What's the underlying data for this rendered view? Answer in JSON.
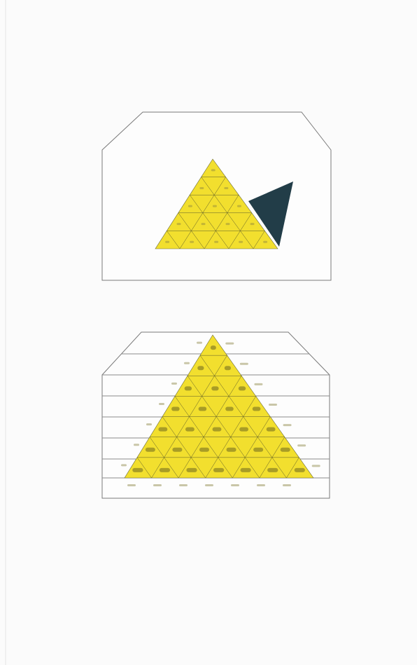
{
  "artwork": {
    "colors": {
      "paper": "#fbfbfb",
      "yellow": "#f2df2e",
      "dark_teal": "#223d48",
      "line": "#7a7a7a"
    },
    "upper_panel": {
      "pyramid_rows": 5,
      "contains_dark_triangle": true
    },
    "lower_panel": {
      "pyramid_rows": 7,
      "horizontal_bands": 8
    }
  }
}
